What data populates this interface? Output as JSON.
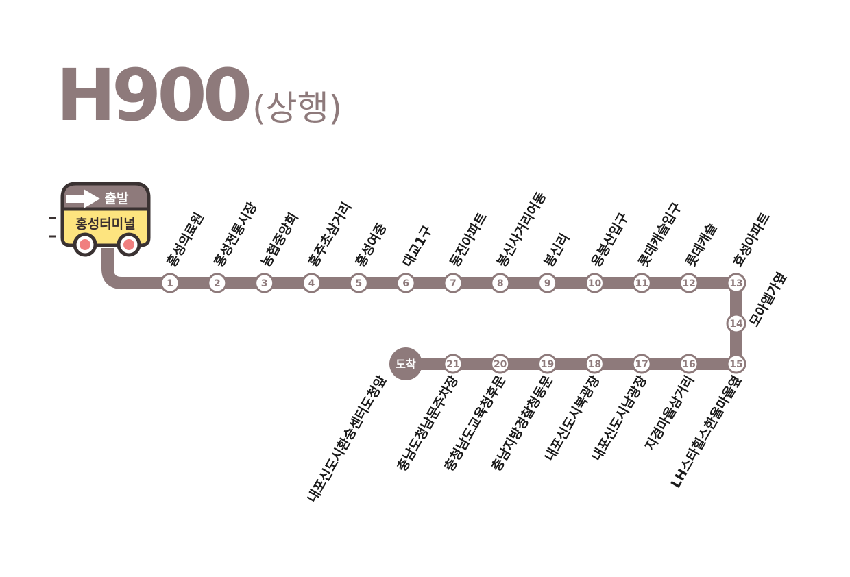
{
  "title": {
    "route": "H900",
    "direction": "(상행)"
  },
  "colors": {
    "line": "#8e7a7b",
    "bus_body": "#fde47f",
    "bus_outline": "#3a3232",
    "wheel": "#f07f7f",
    "text": "#1a1a1a"
  },
  "bus": {
    "badge": "출발",
    "terminal": "홍성터미널",
    "arrow_icon": "right-arrow-icon"
  },
  "arrival_label": "도착",
  "stops": [
    {
      "num": "1",
      "name": "홍성의료원"
    },
    {
      "num": "2",
      "name": "홍성전통시장"
    },
    {
      "num": "3",
      "name": "농협중앙회"
    },
    {
      "num": "4",
      "name": "홍주초삼거리"
    },
    {
      "num": "5",
      "name": "홍성여중"
    },
    {
      "num": "6",
      "name": "대교1구"
    },
    {
      "num": "7",
      "name": "동진아파트"
    },
    {
      "num": "8",
      "name": "봉신사거리어동"
    },
    {
      "num": "9",
      "name": "봉신리"
    },
    {
      "num": "10",
      "name": "용봉산입구"
    },
    {
      "num": "11",
      "name": "롯데캐슬입구"
    },
    {
      "num": "12",
      "name": "롯데캐슬"
    },
    {
      "num": "13",
      "name": "효성아파트"
    },
    {
      "num": "14",
      "name": "모아엘가옆"
    },
    {
      "num": "15",
      "name": "LH스타힐스한울마을옆"
    },
    {
      "num": "16",
      "name": "지경마을삼거리"
    },
    {
      "num": "17",
      "name": "내포신도시남광장"
    },
    {
      "num": "18",
      "name": "내포신도시북광장"
    },
    {
      "num": "19",
      "name": "충남지방경찰청동문"
    },
    {
      "num": "20",
      "name": "충청남도교육청후문"
    },
    {
      "num": "21",
      "name": "충남도청남문주차장"
    },
    {
      "num": "",
      "name": "내포신도시환승센터도청앞"
    }
  ]
}
